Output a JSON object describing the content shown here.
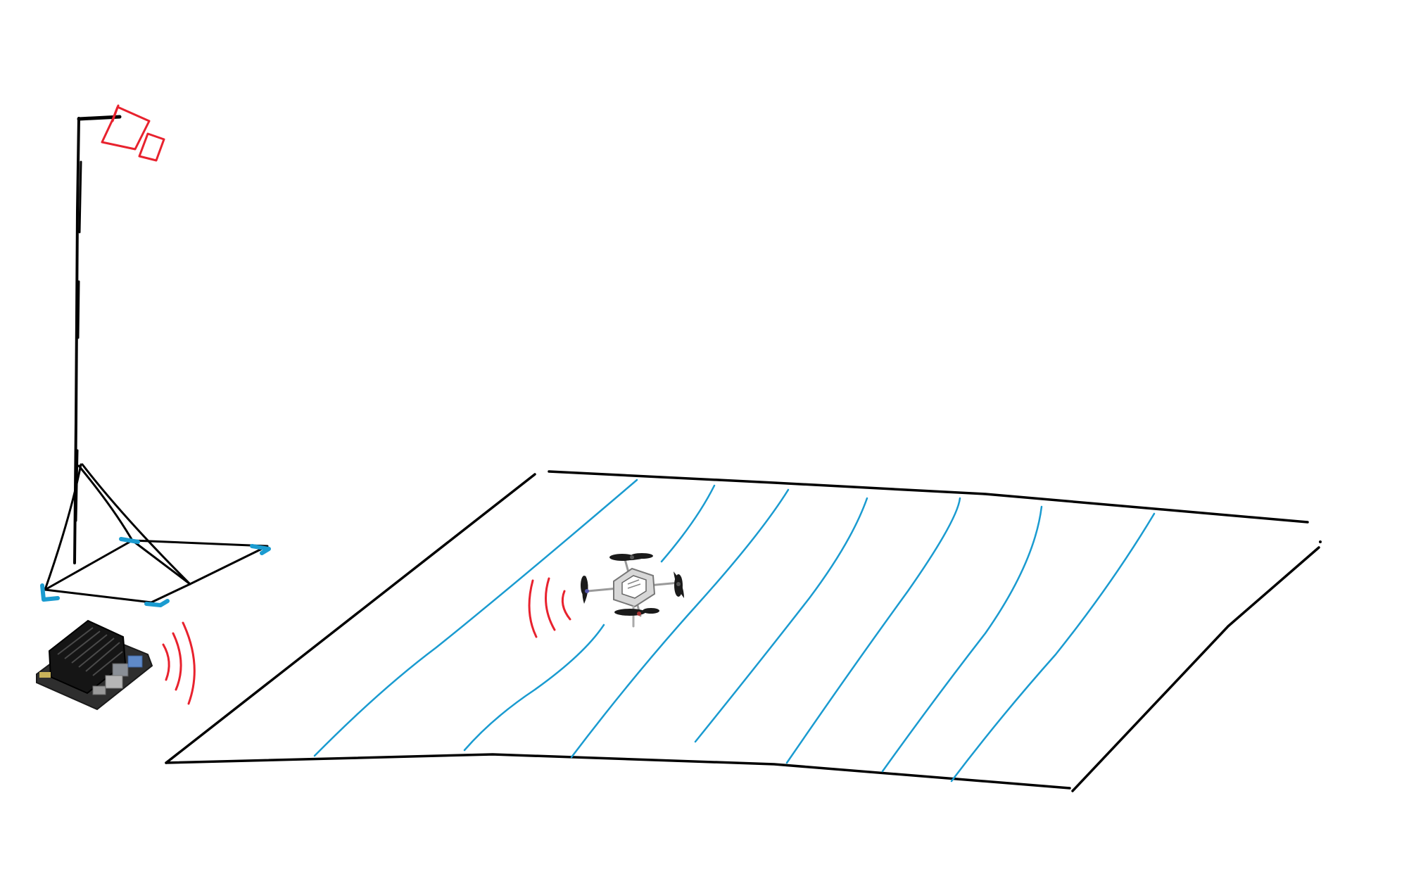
{
  "diagram": {
    "background": "#ffffff",
    "colors": {
      "outline": "#000000",
      "lanes": "#1a9bd0",
      "signal": "#e8222e",
      "camera": "#e8222e",
      "tripod_feet": "#1a9bd0",
      "board": "#2b2b2b",
      "heatsink": "#151515",
      "drone_frame": "#9a9a9a"
    },
    "elements": {
      "tripod": {
        "icon": "tripod-camera-sketch"
      },
      "compute_board": {
        "icon": "single-board-computer"
      },
      "drone": {
        "icon": "quadcopter-drone"
      },
      "field": {
        "icon": "field-with-lanes",
        "lane_count": 7
      },
      "signals": {
        "icon": "wireless-signal-waves",
        "count": 2
      }
    }
  }
}
